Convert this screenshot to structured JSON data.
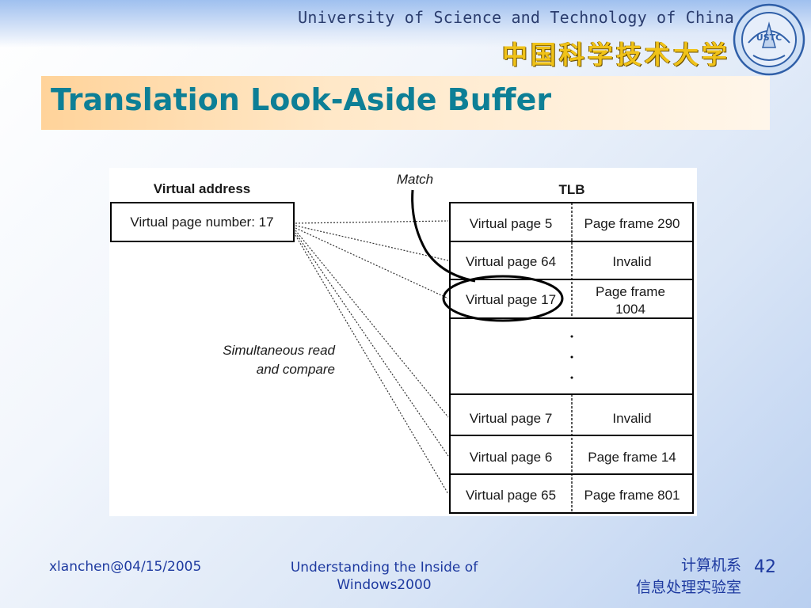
{
  "header": {
    "university_en": "University of Science and Technology of China",
    "university_cn": "中国科学技术大学",
    "logo_text": "USTC"
  },
  "slide": {
    "title": "Translation Look-Aside Buffer"
  },
  "diagram": {
    "virtual_address_heading": "Virtual address",
    "virtual_page_box": "Virtual page number: 17",
    "match_label": "Match",
    "tlb_heading": "TLB",
    "compare_label_line1": "Simultaneous read",
    "compare_label_line2": "and compare",
    "tlb_rows": [
      {
        "page": "Virtual page 5",
        "frame": "Page frame 290"
      },
      {
        "page": "Virtual page 64",
        "frame": "Invalid"
      },
      {
        "page": "Virtual page 17",
        "frame_line1": "Page frame",
        "frame_line2": "1004"
      },
      {
        "page": "Virtual page 7",
        "frame": "Invalid"
      },
      {
        "page": "Virtual page 6",
        "frame": "Page frame 14"
      },
      {
        "page": "Virtual page 65",
        "frame": "Page frame 801"
      }
    ]
  },
  "footer": {
    "author_date": "xlanchen@04/15/2005",
    "course_line1": "Understanding the Inside of",
    "course_line2": "Windows2000",
    "dept_line1": "计算机系",
    "dept_line2": "信息处理实验室",
    "page_number": "42"
  },
  "colors": {
    "title": "#0d7f96",
    "footer_text": "#1e3aa0",
    "title_bar_start": "#ffd39a",
    "university_cn": "#f0c218"
  }
}
